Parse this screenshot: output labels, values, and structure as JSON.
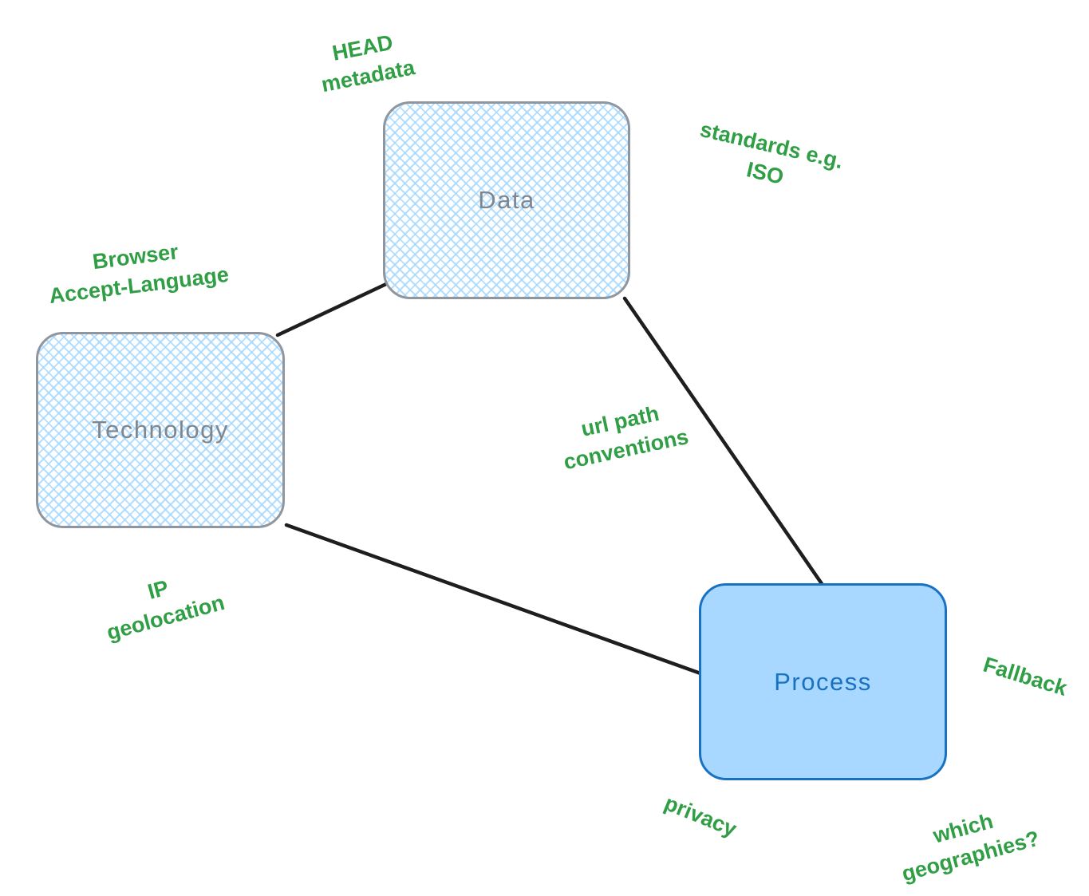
{
  "title": "Locale detection whiteboard diagram",
  "nodes": [
    {
      "id": "data",
      "label": "Data"
    },
    {
      "id": "technology",
      "label": "Technology"
    },
    {
      "id": "process",
      "label": "Process"
    }
  ],
  "connectors": [
    {
      "id": "technology-data",
      "from": "technology",
      "to": "data"
    },
    {
      "id": "data-process",
      "from": "data",
      "to": "process"
    },
    {
      "id": "technology-process",
      "from": "technology",
      "to": "process"
    }
  ],
  "annotations": [
    {
      "id": "head-metadata",
      "lines": [
        "HEAD",
        "metadata"
      ]
    },
    {
      "id": "standards-iso",
      "lines": [
        "standards e.g.",
        "ISO"
      ]
    },
    {
      "id": "browser-accept-language",
      "lines": [
        "Browser",
        "Accept-Language"
      ]
    },
    {
      "id": "url-path-conventions",
      "lines": [
        "url path",
        "conventions"
      ]
    },
    {
      "id": "ip-geolocation",
      "lines": [
        "IP",
        "geolocation"
      ]
    },
    {
      "id": "fallback",
      "lines": [
        "Fallback"
      ]
    },
    {
      "id": "privacy",
      "lines": [
        "privacy"
      ]
    },
    {
      "id": "which-geographies",
      "lines": [
        "which",
        "geographies?"
      ]
    }
  ],
  "colors": {
    "annotation_green": "#2f9e44",
    "hatch_node_border": "#8f969e",
    "hatch_node_text": "#80868d",
    "hatch_fill_blue": "#a5d8ff",
    "process_fill": "#a8d8ff",
    "process_border": "#1971c2",
    "process_text": "#1971c2",
    "connector_black": "#1e1e1e",
    "canvas_background": "#ffffff"
  }
}
